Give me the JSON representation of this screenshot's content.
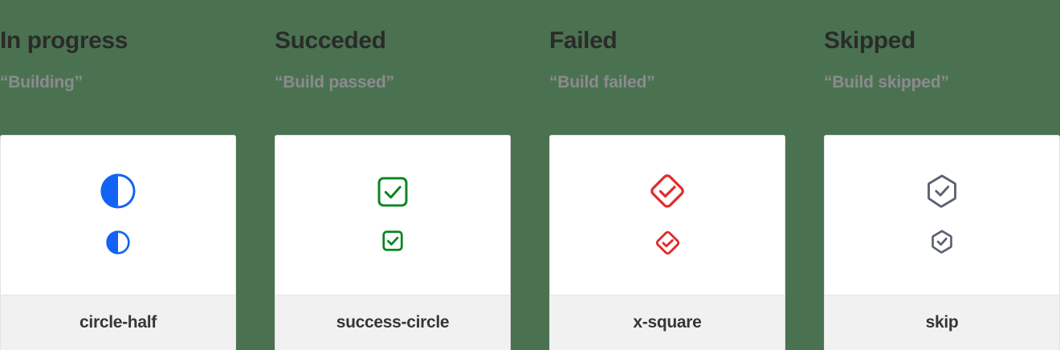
{
  "page": {
    "background_color": "#4b7250",
    "card_background": "#ffffff",
    "footer_background": "#f1f1f1"
  },
  "columns": [
    {
      "heading": "In progress",
      "subheading": "“Building”",
      "icon_name": "circle-half-icon",
      "icon_label": "circle-half",
      "icon_color": "#1263f4"
    },
    {
      "heading": "Succeded",
      "subheading": "“Build passed”",
      "icon_name": "success-circle-icon",
      "icon_label": "success-circle",
      "icon_color": "#068420"
    },
    {
      "heading": "Failed",
      "subheading": "“Build failed”",
      "icon_name": "x-square-icon",
      "icon_label": "x-square",
      "icon_color": "#e12b2b"
    },
    {
      "heading": "Skipped",
      "subheading": "“Build skipped”",
      "icon_name": "skip-icon",
      "icon_label": "skip",
      "icon_color": "#5c6170"
    }
  ]
}
